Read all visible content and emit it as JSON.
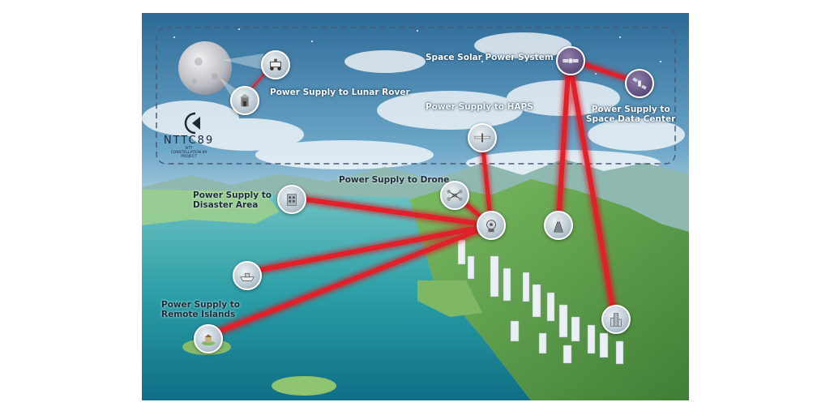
{
  "labels": {
    "lunar_rover": "Power Supply to Lunar Rover",
    "space_solar": "Space Solar Power System",
    "haps": "Power Supply to HAPS",
    "space_data_center_1": "Power Supply to",
    "space_data_center_2": "Space Data Center",
    "drone": "Power Supply to Drone",
    "disaster_1": "Power Supply to",
    "disaster_2": "Disaster Area",
    "islands_1": "Power Supply to",
    "islands_2": "Remote Islands"
  },
  "logo": {
    "name": "NTTC89",
    "sub_1": "NTT",
    "sub_2": "CONSTELLATION 89",
    "sub_3": "PROJECT"
  },
  "colors": {
    "beam": "#d8141e",
    "sky_top": "#2f6f9e",
    "sea": "#1f8f9a",
    "land": "#4f8f3a",
    "dashed_border": "#4a5b76"
  }
}
